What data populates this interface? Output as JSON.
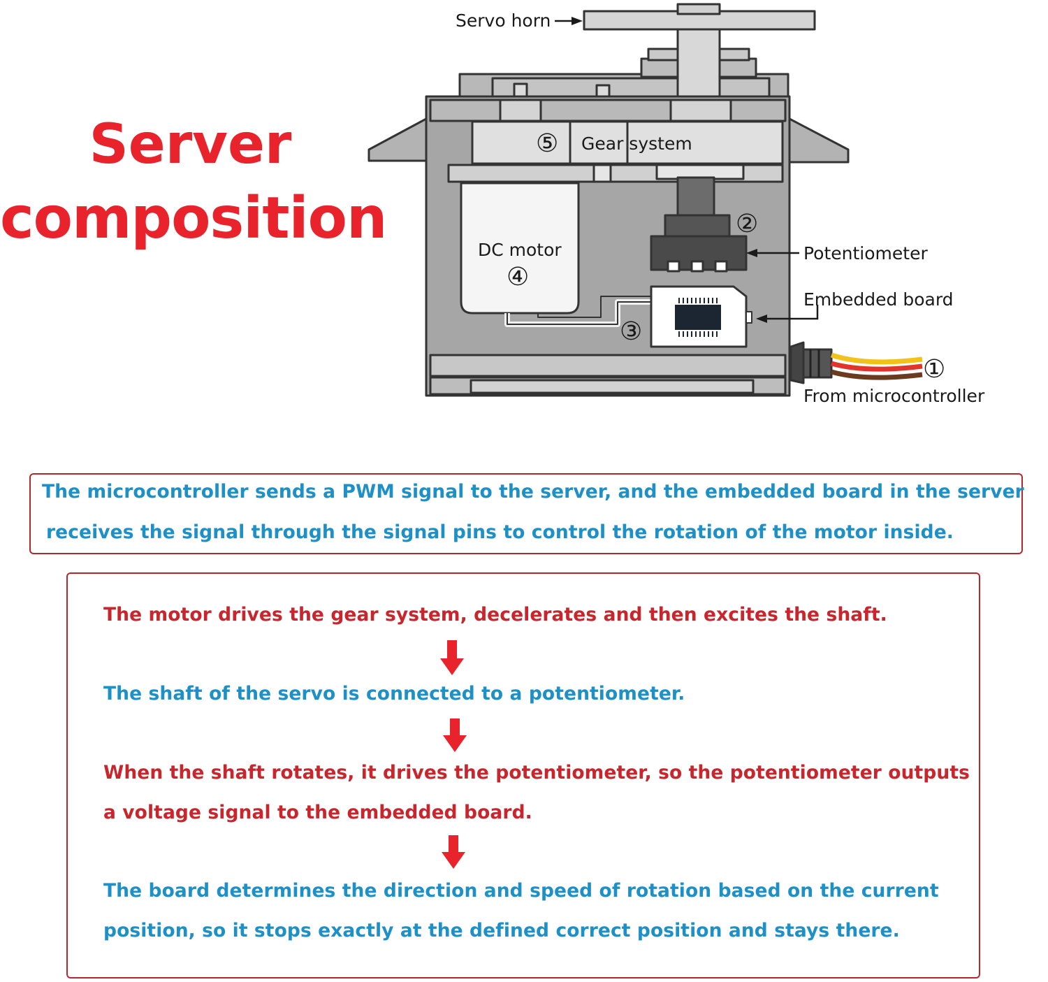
{
  "title": {
    "line1": "Server",
    "line2": "composition"
  },
  "diagram": {
    "labels": {
      "servo_horn": "Servo horn",
      "gear_system": "Gear system",
      "dc_motor": "DC motor",
      "potentiometer": "Potentiometer",
      "embedded_board": "Embedded board",
      "from_microcontroller": "From microcontroller"
    },
    "markers": {
      "one": "①",
      "two": "②",
      "three": "③",
      "four": "④",
      "five": "⑤"
    }
  },
  "intro": {
    "line1": "The microcontroller sends a PWM signal to the server, and the embedded board in the server",
    "line2": "receives  the signal through the signal pins to control the rotation of the motor inside."
  },
  "steps": {
    "step1": "The motor drives the gear system, decelerates and then excites the shaft.",
    "step2": "The shaft of the servo is connected to a potentiometer.",
    "step3_line1": "When the shaft rotates, it drives the potentiometer, so the potentiometer outputs",
    "step3_line2": "a voltage signal to the embedded board.",
    "step4_line1": "The board determines the direction and speed of rotation based on the current",
    "step4_line2": "position, so it stops exactly at the defined correct position and stays there."
  },
  "colors": {
    "title_red": "#e8232b",
    "text_blue": "#1e90c8",
    "text_red": "#c8262c",
    "box_border": "#b4282c",
    "arrow_red": "#e8232b",
    "servo_body": "#a6a6a6"
  }
}
